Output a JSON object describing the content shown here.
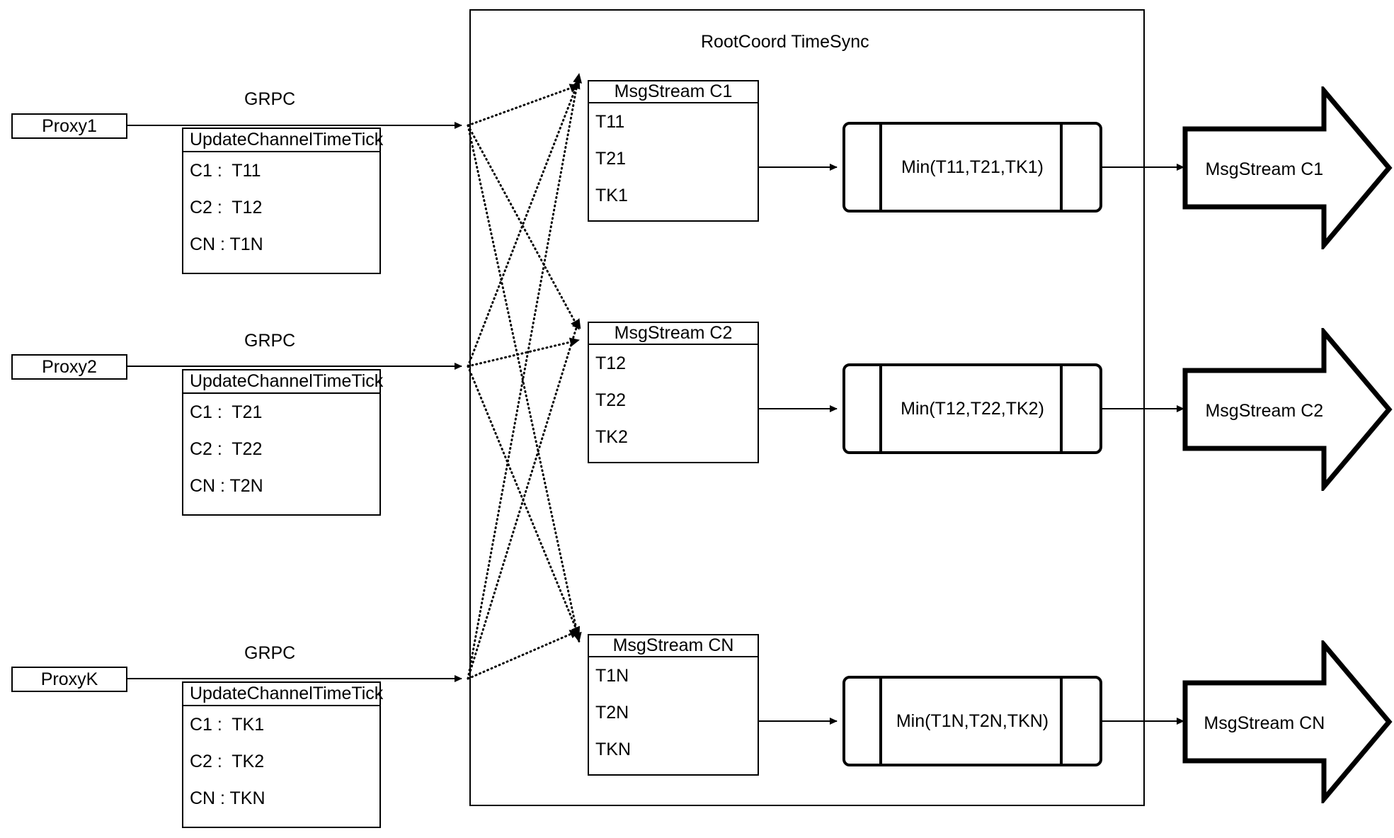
{
  "diagram": {
    "title": "RootCoord TimeSync",
    "container": {
      "label": "RootCoord TimeSync"
    },
    "colors": {
      "stroke": "#000000",
      "background": "#ffffff",
      "text": "#000000"
    }
  },
  "proxies": [
    {
      "name": "Proxy1",
      "protocol_label": "GRPC",
      "request": {
        "header": "UpdateChannelTimeTick",
        "rows": [
          "C1 :  T11",
          "C2 :  T12",
          "CN : T1N"
        ]
      }
    },
    {
      "name": "Proxy2",
      "protocol_label": "GRPC",
      "request": {
        "header": "UpdateChannelTimeTick",
        "rows": [
          "C1 :  T21",
          "C2 :  T22",
          "CN : T2N"
        ]
      }
    },
    {
      "name": "ProxyK",
      "protocol_label": "GRPC",
      "request": {
        "header": "UpdateChannelTimeTick",
        "rows": [
          "C1 :  TK1",
          "C2 :  TK2",
          "CN : TKN"
        ]
      }
    }
  ],
  "channels": [
    {
      "stream": {
        "header": "MsgStream C1",
        "rows": [
          "T11",
          "T21",
          "TK1"
        ]
      },
      "process": {
        "label": "Min(T11,T21,TK1)"
      },
      "output": {
        "label": "MsgStream C1"
      }
    },
    {
      "stream": {
        "header": "MsgStream C2",
        "rows": [
          "T12",
          "T22",
          "TK2"
        ]
      },
      "process": {
        "label": "Min(T12,T22,TK2)"
      },
      "output": {
        "label": "MsgStream C2"
      }
    },
    {
      "stream": {
        "header": "MsgStream CN",
        "rows": [
          "T1N",
          "T2N",
          "TKN"
        ]
      },
      "process": {
        "label": "Min(T1N,T2N,TKN)"
      },
      "output": {
        "label": "MsgStream CN"
      }
    }
  ]
}
